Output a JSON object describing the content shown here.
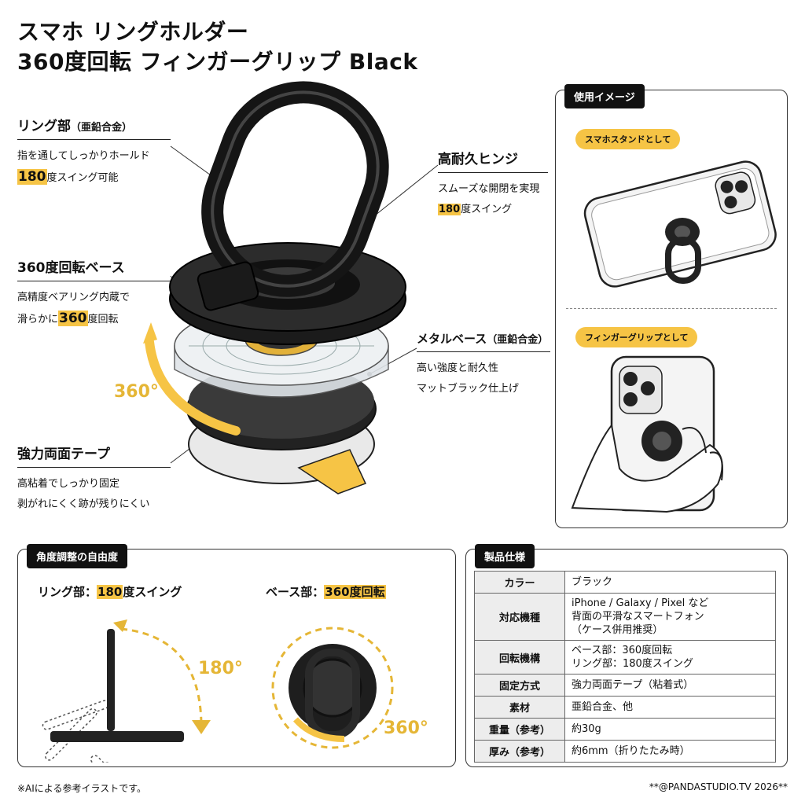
{
  "title": {
    "line1": "スマホ リングホルダー",
    "line2": "360度回転 フィンガーグリップ Black"
  },
  "callouts": {
    "ring": {
      "head": "リング部",
      "sub": "（亜鉛合金）",
      "line1": "指を通してしっかりホールド",
      "line2_hl": "180",
      "line2_rest": "度スイング可能"
    },
    "base360": {
      "head": "360度回転ベース",
      "line1": "高精度ベアリング内蔵で",
      "line2_pre": "滑らかに",
      "line2_hl": "360",
      "line2_rest": "度回転",
      "deg_label": "360°"
    },
    "tape": {
      "head": "強力両面テープ",
      "line1": "高粘着でしっかり固定",
      "line2": "剥がれにくく跡が残りにくい"
    },
    "hinge": {
      "head": "高耐久ヒンジ",
      "line1": "スムーズな開閉を実現",
      "line2_hl": "180",
      "line2_rest": "度スイング"
    },
    "metal": {
      "head": "メタルベース",
      "sub": "（亜鉛合金）",
      "line1": "高い強度と耐久性",
      "line2": "マットブラック仕上げ"
    }
  },
  "usage": {
    "tag": "使用イメージ",
    "stand_label": "スマホスタンドとして",
    "grip_label": "フィンガーグリップとして"
  },
  "angle": {
    "tag": "角度調整の自由度",
    "ring_label_pre": "リング部：",
    "ring_label_hl": "180",
    "ring_label_rest": "度スイング",
    "ring_deg": "180°",
    "base_label_pre": "ベース部：",
    "base_label_hl": "360度回転",
    "base_deg": "360°"
  },
  "specs": {
    "tag": "製品仕様",
    "rows": [
      {
        "k": "カラー",
        "v": "ブラック"
      },
      {
        "k": "対応機種",
        "v": "iPhone / Galaxy / Pixel など\n背面の平滑なスマートフォン\n（ケース併用推奨）"
      },
      {
        "k": "回転機構",
        "v": "ベース部：360度回転\nリング部：180度スイング"
      },
      {
        "k": "固定方式",
        "v": "強力両面テープ（粘着式）"
      },
      {
        "k": "素材",
        "v": "亜鉛合金、他"
      },
      {
        "k": "重量（参考）",
        "v": "約30g"
      },
      {
        "k": "厚み（参考）",
        "v": "約6mm（折りたたみ時）"
      }
    ]
  },
  "footer": {
    "left": "※AIによる参考イラストです。",
    "right": "**@PANDASTUDIO.TV 2026**"
  },
  "colors": {
    "accent": "#f6c445",
    "accent_text": "#e5b636",
    "black": "#111111"
  }
}
